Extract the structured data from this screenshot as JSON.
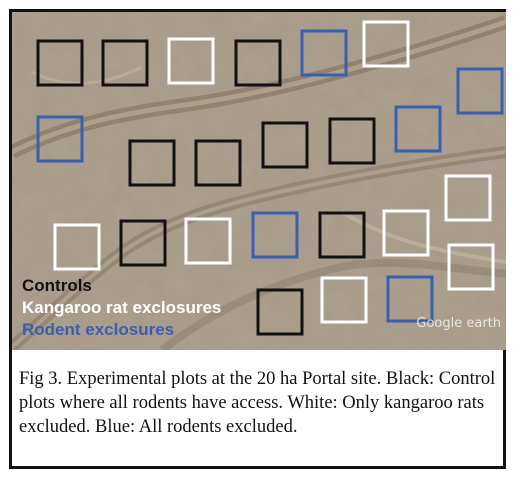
{
  "legend": {
    "controls": {
      "label": "Controls",
      "color": "#111111"
    },
    "krat": {
      "label": "Kangaroo rat exclosures",
      "color": "#ffffff"
    },
    "rodent": {
      "label": "Rodent  exclosures",
      "color": "#3a5fb0"
    }
  },
  "watermark": "Google earth",
  "caption": "Fig 3. Experimental plots at the 20 ha Portal site. Black: Control plots where all rodents have access. White: Only kangaroo rats excluded. Blue: All rodents excluded.",
  "plot_types": [
    "control",
    "control",
    "krat",
    "control",
    "rodent",
    "krat",
    "rodent",
    "rodent",
    "control",
    "control",
    "rodent",
    "control",
    "control",
    "krat",
    "krat",
    "control",
    "krat",
    "rodent",
    "control",
    "krat",
    "krat",
    "control",
    "krat",
    "rodent"
  ]
}
